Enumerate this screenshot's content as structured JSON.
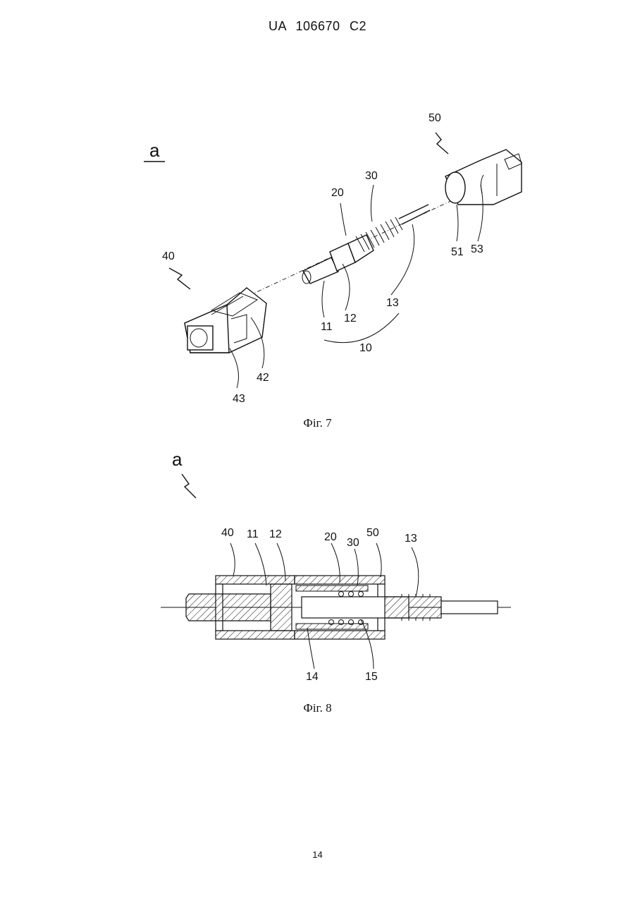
{
  "header": {
    "doc_id": "UA   106670   C2"
  },
  "page_number": "14",
  "figure7": {
    "caption": "Фіг. 7",
    "assembly_label": "a",
    "labels": {
      "l50": "50",
      "l30": "30",
      "l20": "20",
      "l40": "40",
      "l51": "51",
      "l53": "53",
      "l13": "13",
      "l12": "12",
      "l11": "11",
      "l10": "10",
      "l42": "42",
      "l43": "43"
    }
  },
  "figure8": {
    "caption": "Фіг. 8",
    "assembly_label": "a",
    "labels": {
      "l40": "40",
      "l11": "11",
      "l12": "12",
      "l20": "20",
      "l30": "30",
      "l50": "50",
      "l13": "13",
      "l14": "14",
      "l15": "15"
    }
  }
}
